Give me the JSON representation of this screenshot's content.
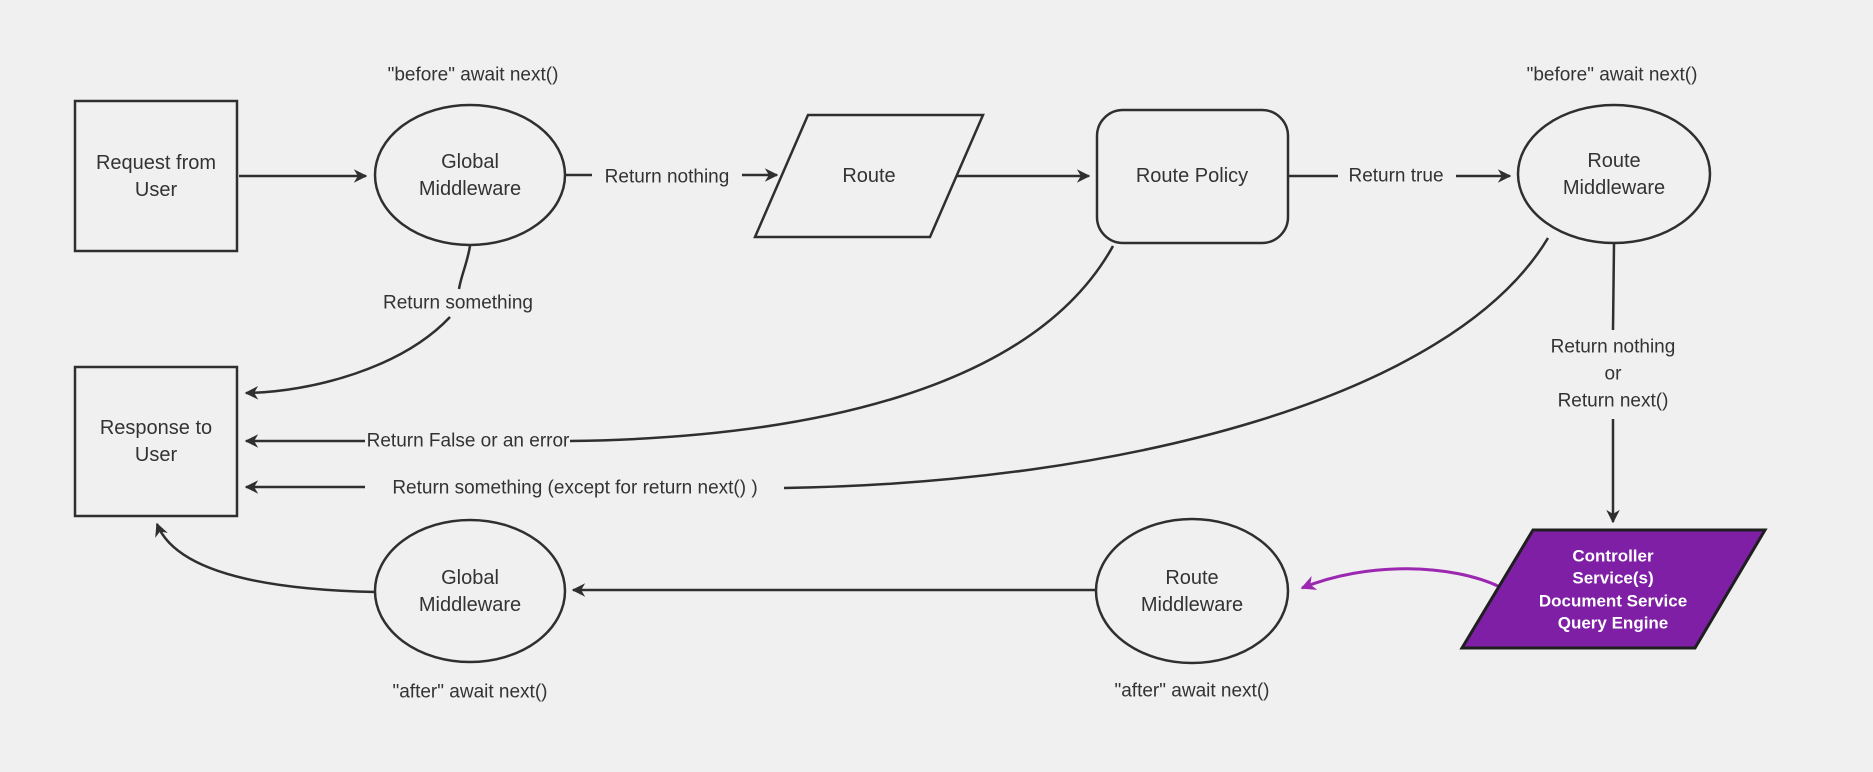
{
  "colors": {
    "background": "#f0f0f0",
    "line": "#2f2f2f",
    "text": "#333333",
    "controller_fill": "#7e1fa5",
    "controller_border": "#1f1f1f",
    "controller_text": "#ffffff",
    "purple_arrow": "#9c27b0"
  },
  "nodes": {
    "request": {
      "line1": "Request from",
      "line2": "User"
    },
    "global_middleware_top": {
      "line1": "Global",
      "line2": "Middleware"
    },
    "route": {
      "label": "Route"
    },
    "route_policy": {
      "label": "Route Policy"
    },
    "route_middleware_top": {
      "line1": "Route",
      "line2": "Middleware"
    },
    "controller": {
      "line1": "Controller",
      "line2": "Service(s)",
      "line3": "Document Service",
      "line4": "Query Engine"
    },
    "route_middleware_bottom": {
      "line1": "Route",
      "line2": "Middleware"
    },
    "global_middleware_bottom": {
      "line1": "Global",
      "line2": "Middleware"
    },
    "response": {
      "line1": "Response to",
      "line2": "User"
    }
  },
  "annotations": {
    "before_global": "\"before\" await next()",
    "before_route": "\"before\" await next()",
    "after_route": "\"after\" await next()",
    "after_global": "\"after\" await next()"
  },
  "edge_labels": {
    "return_nothing": "Return nothing",
    "return_true": "Return true",
    "return_something": "Return something",
    "return_false_or_error": "Return False or an error",
    "return_something_except": "Return something (except for return next() )",
    "return_nothing_or": {
      "line1": "Return nothing",
      "line2": "or",
      "line3": "Return next()"
    }
  }
}
